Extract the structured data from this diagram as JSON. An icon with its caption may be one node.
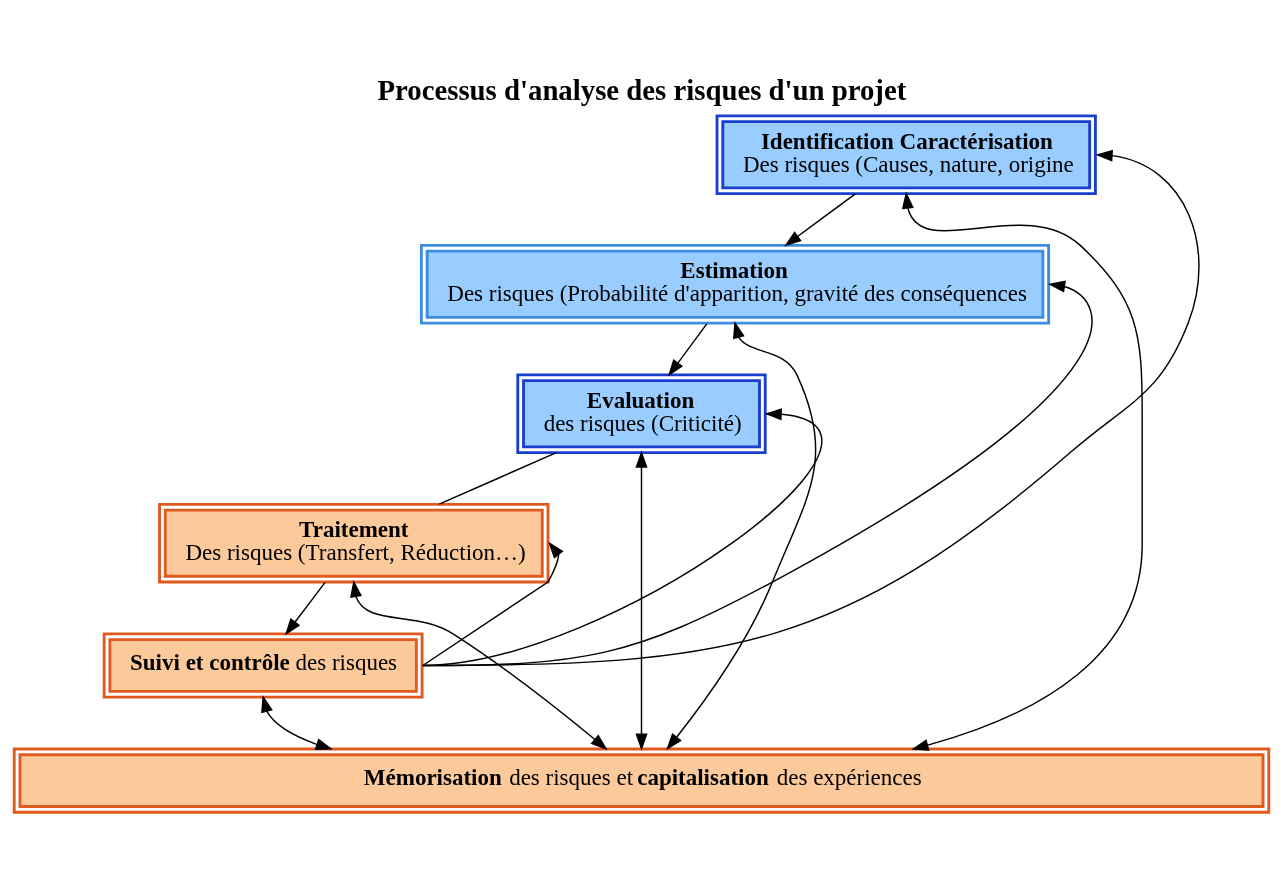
{
  "diagram": {
    "title": "Processus d'analyse des risques d'un projet",
    "nodes": [
      {
        "text": [
          "Identification Caractérisation",
          "Des risques (Causes, nature, origine"
        ]
      },
      {
        "text": [
          "Estimation",
          "Des risques (Probabilité d'apparition, gravité des conséquences"
        ]
      },
      {
        "text": [
          "Evaluation",
          "des risques (Criticité)"
        ]
      },
      {
        "text": [
          "Traitement",
          "Des risques (Transfert, Réduction…)"
        ]
      },
      {
        "text": [
          "**Suivi et contrôle** des risques"
        ]
      },
      {
        "text": [
          "**Mémorisation** des risques et **capitalisation** des expériences"
        ]
      }
    ],
    "edges": [
      {
        "from": 0,
        "to": 1,
        "arrow": "to"
      },
      {
        "from": 1,
        "to": 2,
        "arrow": "to"
      },
      {
        "from": 2,
        "to": 3,
        "arrow": "none"
      },
      {
        "from": 3,
        "to": 4,
        "arrow": "to"
      },
      {
        "from": 4,
        "to": 0,
        "arrow": "to"
      },
      {
        "from": 4,
        "to": 1,
        "arrow": "to"
      },
      {
        "from": 4,
        "to": 2,
        "arrow": "to"
      },
      {
        "from": 4,
        "to": 3,
        "arrow": "to"
      },
      {
        "from": 0,
        "to": 5,
        "arrow": "both"
      },
      {
        "from": 1,
        "to": 5,
        "arrow": "both"
      },
      {
        "from": 2,
        "to": 5,
        "arrow": "both"
      },
      {
        "from": 3,
        "to": 5,
        "arrow": "both"
      },
      {
        "from": 4,
        "to": 5,
        "arrow": "both"
      }
    ]
  }
}
